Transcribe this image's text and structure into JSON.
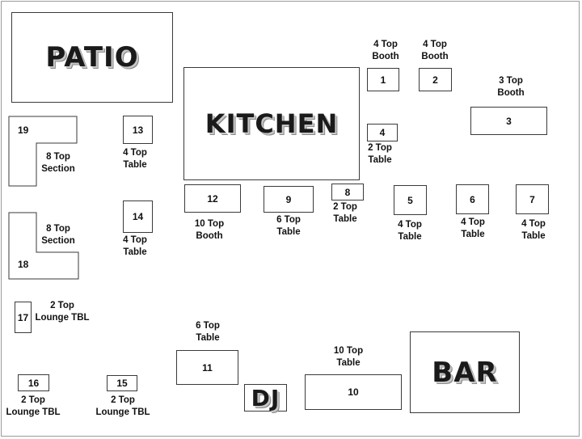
{
  "areas": {
    "patio": "PATIO",
    "kitchen": "KITCHEN",
    "bar": "BAR",
    "dj": "DJ"
  },
  "tables": {
    "t1": {
      "num": "1",
      "line1": "4 Top",
      "line2": "Booth"
    },
    "t2": {
      "num": "2",
      "line1": "4 Top",
      "line2": "Booth"
    },
    "t3": {
      "num": "3",
      "line1": "3 Top",
      "line2": "Booth"
    },
    "t4": {
      "num": "4",
      "line1": "2 Top",
      "line2": "Table"
    },
    "t5": {
      "num": "5",
      "line1": "4 Top",
      "line2": "Table"
    },
    "t6": {
      "num": "6",
      "line1": "4 Top",
      "line2": "Table"
    },
    "t7": {
      "num": "7",
      "line1": "4 Top",
      "line2": "Table"
    },
    "t8": {
      "num": "8",
      "line1": "2 Top",
      "line2": "Table"
    },
    "t9": {
      "num": "9",
      "line1": "6 Top",
      "line2": "Table"
    },
    "t10": {
      "num": "10",
      "line1": "10 Top",
      "line2": "Table"
    },
    "t11": {
      "num": "11",
      "line1": "6 Top",
      "line2": "Table"
    },
    "t12": {
      "num": "12",
      "line1": "10 Top",
      "line2": "Booth"
    },
    "t13": {
      "num": "13",
      "line1": "4 Top",
      "line2": "Table"
    },
    "t14": {
      "num": "14",
      "line1": "4 Top",
      "line2": "Table"
    },
    "t15": {
      "num": "15",
      "line1": "2 Top",
      "line2": "Lounge TBL"
    },
    "t16": {
      "num": "16",
      "line1": "2 Top",
      "line2": "Lounge TBL"
    },
    "t17": {
      "num": "17",
      "line1": "2 Top",
      "line2": "Lounge TBL"
    },
    "t18": {
      "num": "18",
      "line1": "8 Top",
      "line2": "Section"
    },
    "t19": {
      "num": "19",
      "line1": "8 Top",
      "line2": "Section"
    }
  }
}
